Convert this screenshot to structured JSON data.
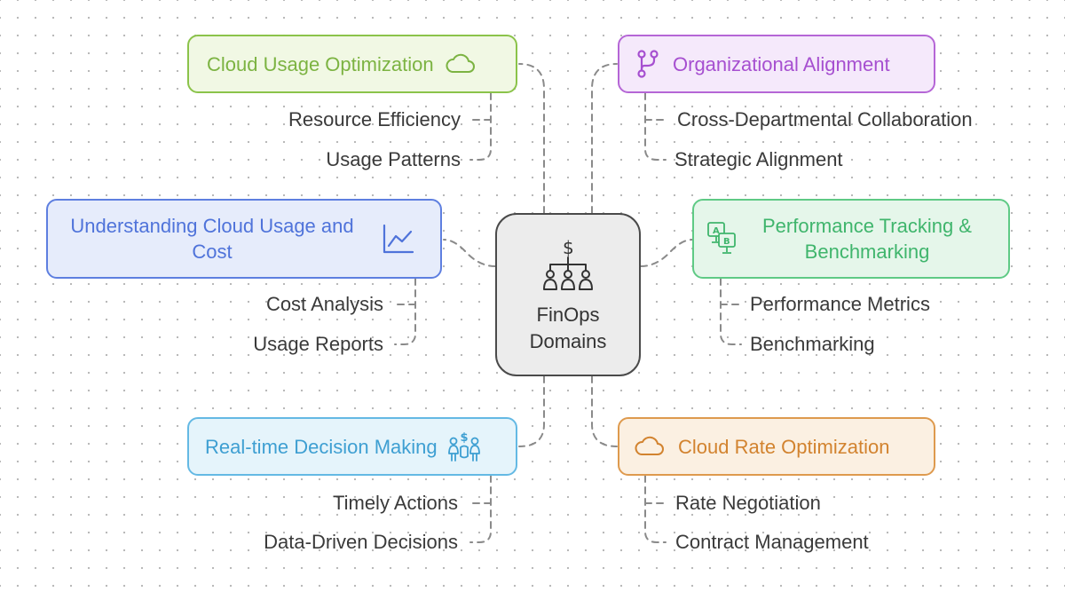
{
  "center": {
    "label_line1": "FinOps",
    "label_line2": "Domains",
    "icon": "finops-hierarchy-icon"
  },
  "domains": {
    "cloud_usage": {
      "label": "Cloud Usage Optimization",
      "icon": "cloud-icon",
      "color": "#7cb342",
      "items": [
        "Resource Efficiency",
        "Usage Patterns"
      ]
    },
    "organizational": {
      "label": "Organizational Alignment",
      "icon": "branch-icon",
      "color": "#a64fd0",
      "items": [
        "Cross-Departmental Collaboration",
        "Strategic Alignment"
      ]
    },
    "understanding": {
      "label_line1": "Understanding Cloud Usage and",
      "label_line2": "Cost",
      "icon": "line-chart-icon",
      "color": "#4f73da",
      "items": [
        "Cost Analysis",
        "Usage Reports"
      ]
    },
    "performance": {
      "label_line1": "Performance Tracking &",
      "label_line2": "Benchmarking",
      "icon": "ab-test-icon",
      "color": "#3fb56c",
      "items": [
        "Performance Metrics",
        "Benchmarking"
      ]
    },
    "realtime": {
      "label": "Real-time Decision Making",
      "icon": "people-money-icon",
      "color": "#3e9fd2",
      "items": [
        "Timely Actions",
        "Data-Driven Decisions"
      ]
    },
    "rate": {
      "label": "Cloud Rate Optimization",
      "icon": "cloud-icon",
      "color": "#d2832f",
      "items": [
        "Rate Negotiation",
        "Contract Management"
      ]
    }
  }
}
